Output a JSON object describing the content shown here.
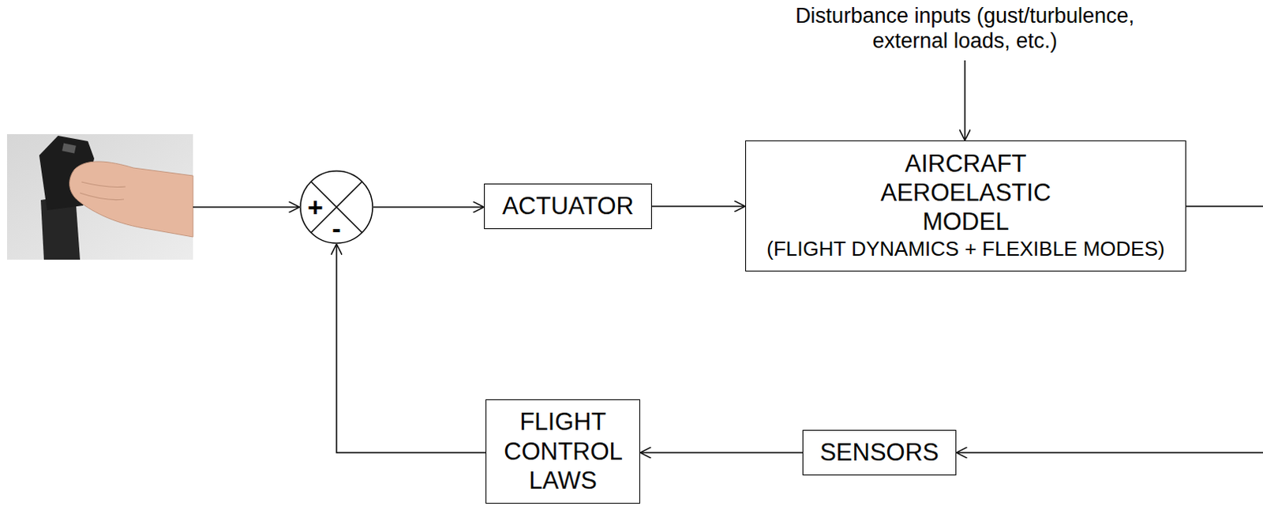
{
  "diagram": {
    "nodes": [
      {
        "text": [
          "+",
          "-"
        ]
      },
      {
        "text": [
          "ACTUATOR"
        ]
      },
      {
        "text": [
          "AIRCRAFT AEROELASTIC MODEL",
          "(FLIGHT DYNAMICS + FLEXIBLE MODES)"
        ]
      },
      {
        "text": [
          "FLIGHT CONTROL LAWS"
        ]
      },
      {
        "text": [
          "SENSORS"
        ]
      }
    ],
    "edges": [
      {
        "from": 0,
        "to": 1,
        "arrow": "to"
      },
      {
        "from": 1,
        "to": 2,
        "arrow": "to"
      },
      {
        "from": 2,
        "to": 4,
        "arrow": "to"
      },
      {
        "from": 4,
        "to": 3,
        "arrow": "to"
      },
      {
        "from": 3,
        "to": 0,
        "arrow": "to"
      }
    ],
    "labels": [
      "Disturbance inputs (gust/turbulence, external loads, etc.)"
    ]
  }
}
